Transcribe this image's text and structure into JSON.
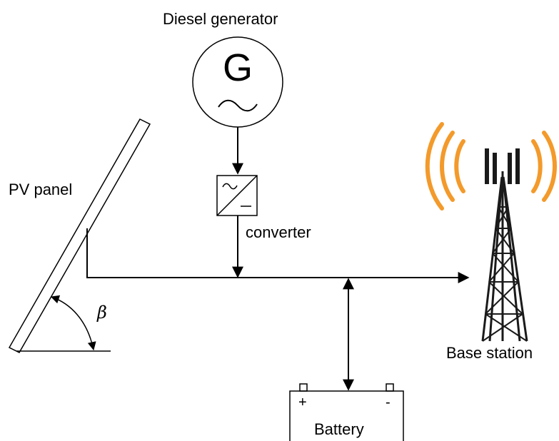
{
  "labels": {
    "generator": "Diesel generator",
    "generator_symbol": "G",
    "converter": "converter",
    "pv_panel": "PV panel",
    "angle": "β",
    "base_station": "Base station",
    "battery": "Battery",
    "battery_plus": "+",
    "battery_minus": "-"
  },
  "colors": {
    "line": "#000000",
    "signal_wave": "#f39a2b",
    "tower": "#1a1a1a"
  },
  "icons": {
    "generator": "generator-icon",
    "converter": "ac-dc-converter-icon",
    "tower": "cell-tower-icon",
    "battery": "battery-icon",
    "pv": "solar-panel-icon"
  }
}
